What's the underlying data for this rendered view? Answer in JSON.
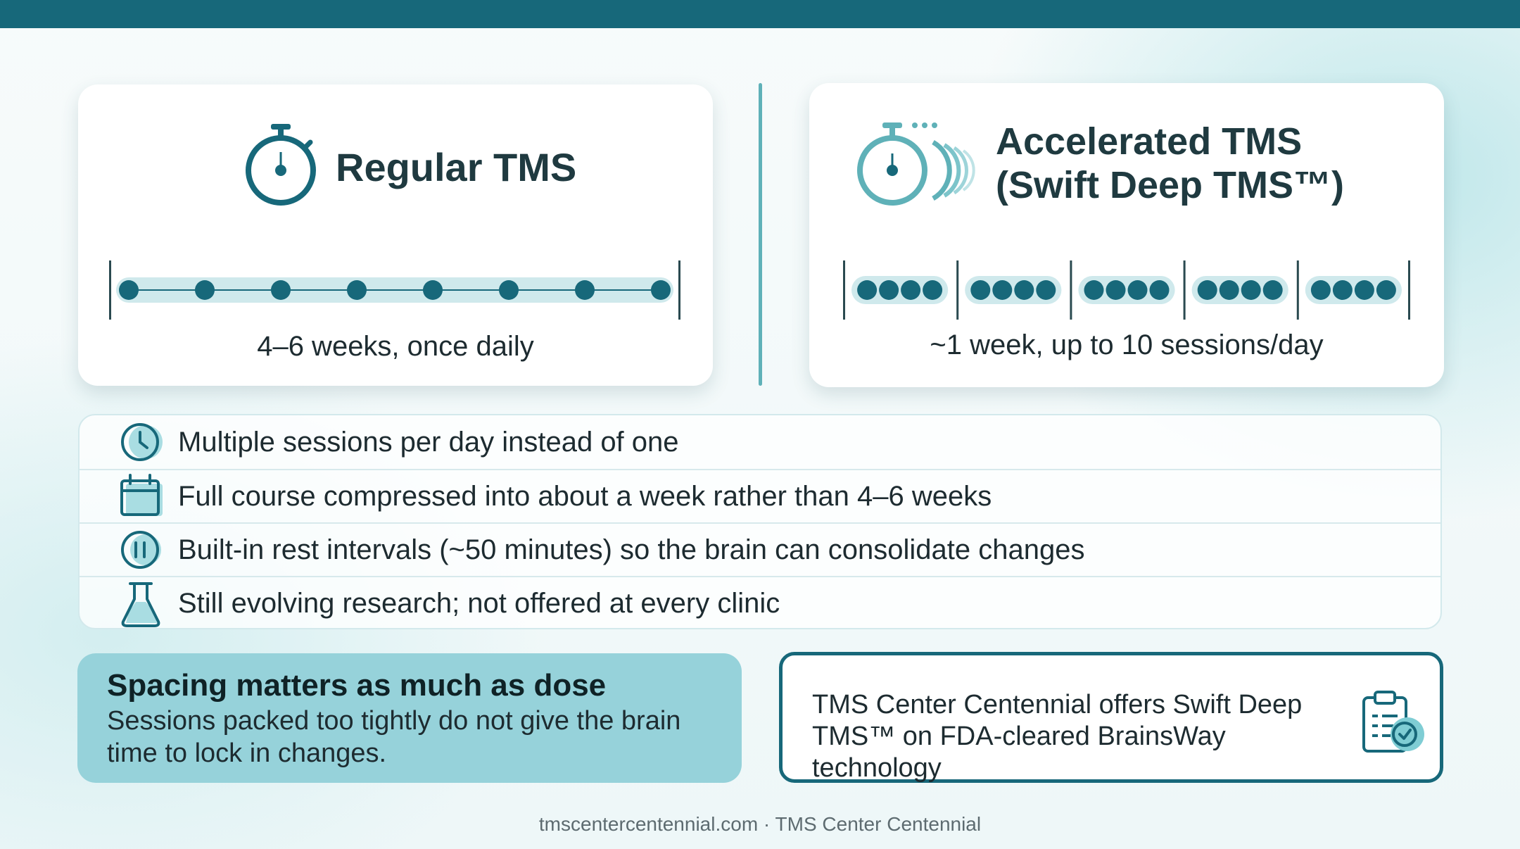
{
  "colors": {
    "brand_dark": "#17687a",
    "accent": "#5fb1b8",
    "light_teal": "#96d2da",
    "track": "#cfe9ec"
  },
  "regular": {
    "title": "Regular TMS",
    "caption": "4–6 weeks, once daily",
    "icon": "stopwatch-icon",
    "session_count": 8
  },
  "accelerated": {
    "title_line1": "Accelerated TMS",
    "title_line2": "(Swift Deep TMS™)",
    "caption": "~1 week, up to 10 sessions/day",
    "icon": "fast-stopwatch-icon",
    "day_groups": 5,
    "dots_per_group": 4
  },
  "features": [
    {
      "icon": "clock-icon",
      "text": "Multiple sessions per day instead of one"
    },
    {
      "icon": "calendar-icon",
      "text": "Full course compressed into about a week rather than 4–6 weeks"
    },
    {
      "icon": "pause-icon",
      "text": "Built-in rest intervals (~50 minutes) so the brain can consolidate changes"
    },
    {
      "icon": "flask-icon",
      "text": "Still evolving research; not offered at every clinic"
    }
  ],
  "callout": {
    "title": "Spacing matters as much as dose",
    "body": "Sessions packed too tightly do not give the brain time to lock in changes."
  },
  "offer": {
    "text": "TMS Center Centennial offers Swift Deep TMS™ on FDA-cleared BrainsWay technology",
    "icon": "clipboard-check-icon"
  },
  "footer": "tmscentercentennial.com · TMS Center Centennial"
}
